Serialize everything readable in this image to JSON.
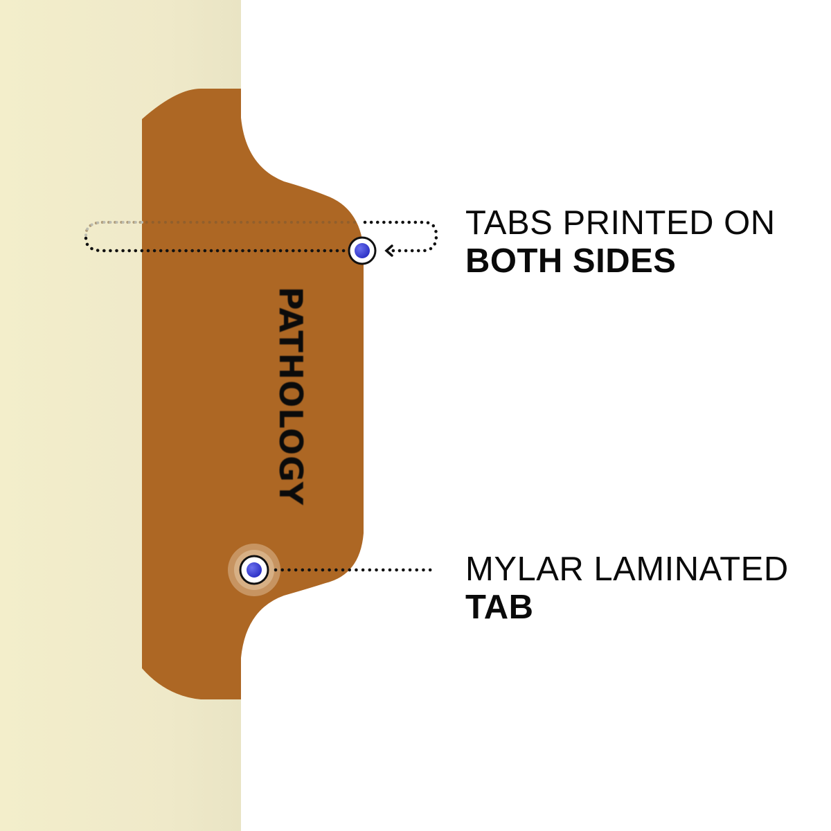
{
  "tab": {
    "label": "PATHOLOGY",
    "color": "#ad6724",
    "text_color": "#0b0b0b"
  },
  "folder": {
    "color": "#f0ebc9"
  },
  "callouts": [
    {
      "line1": "TABS PRINTED ON",
      "line2": "BOTH SIDES",
      "marker": "double-sided-rotation-marker"
    },
    {
      "line1": "MYLAR LAMINATED",
      "line2": "TAB",
      "marker": "laminated-pulse-marker"
    }
  ],
  "colors": {
    "marker_fill": "#3b3fd6",
    "marker_ring": "#111111",
    "leader_line": "#111111",
    "background": "#ffffff"
  }
}
